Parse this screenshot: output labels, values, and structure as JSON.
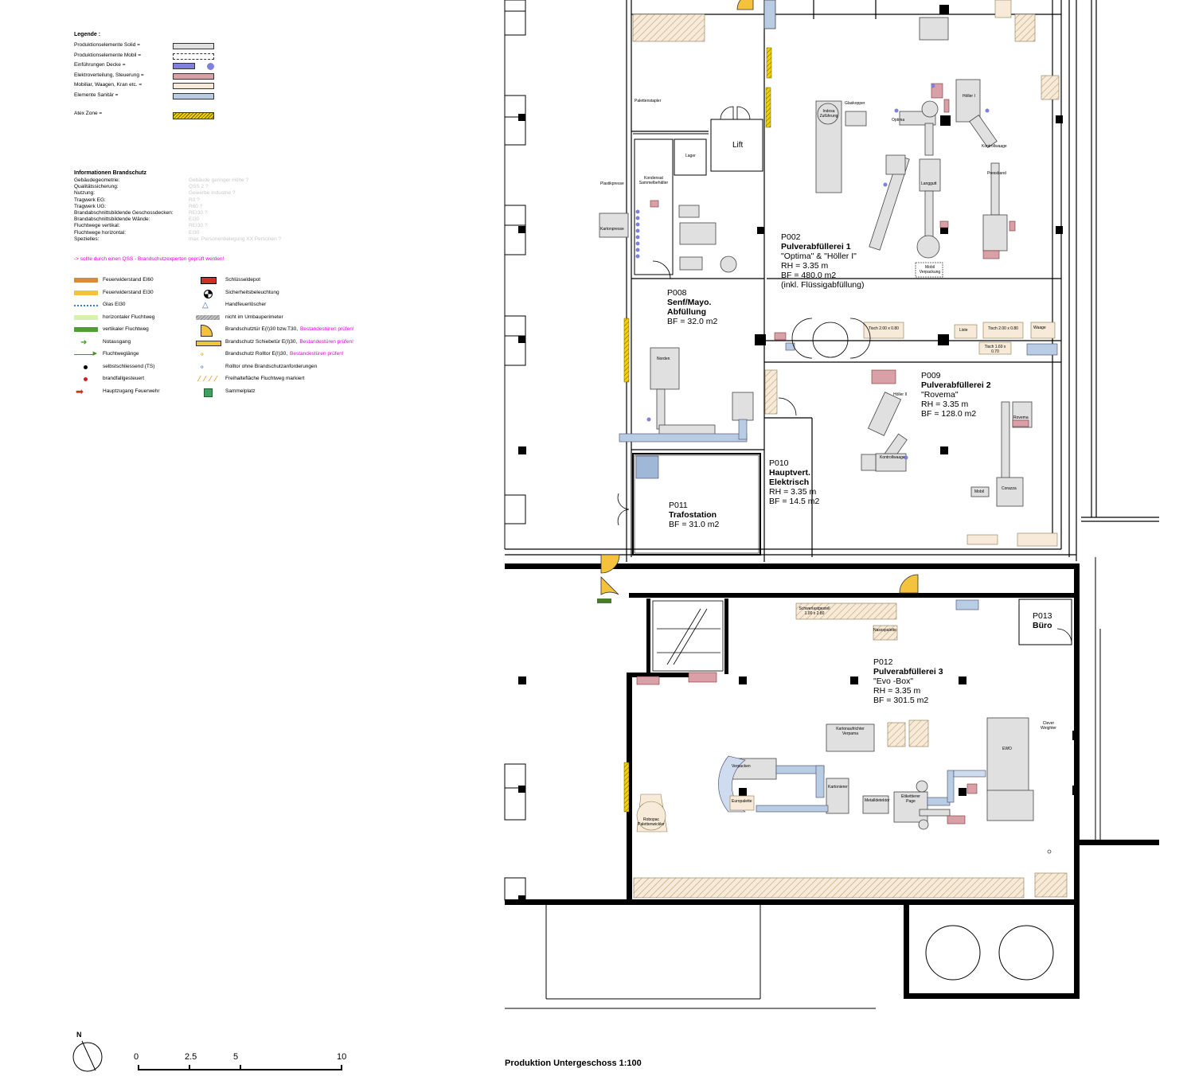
{
  "legend": {
    "title": "Legende :",
    "items": [
      {
        "label": "Produktionselemente Solid =",
        "fill": "#e0e0e0",
        "style": "solid"
      },
      {
        "label": "Produktionselemente Mobil =",
        "fill": "#ffffff",
        "style": "dashed"
      },
      {
        "label": "Einführungen Decke =",
        "fill": "#8080dd",
        "style": "solid"
      },
      {
        "label": "Elektroverteilung, Steuerung =",
        "fill": "#d9a0a8",
        "style": "solid"
      },
      {
        "label": "Mobiliar, Waagen, Kran etc. =",
        "fill": "#f7ead8",
        "style": "solid"
      },
      {
        "label": "Elemente Sanitär =",
        "fill": "#b8cce4",
        "style": "solid"
      }
    ],
    "atex_label": "Atex Zone ="
  },
  "info": {
    "title": "Informationen Brandschutz",
    "rows": [
      {
        "key": "Gebäudegeometrie:",
        "value": "Gebäude geringer Höhe ?"
      },
      {
        "key": "Qualitätssicherung:",
        "value": "QSS 2 ?"
      },
      {
        "key": "Nutzung:",
        "value": "Gewerbe Industrie ?"
      },
      {
        "key": "Tragwerk EG:",
        "value": "R0 ?"
      },
      {
        "key": "Tragwerk UG:",
        "value": "R60 ?"
      },
      {
        "key": "Brandabschnittsbildende Geschossdecken:",
        "value": "REI30 ?"
      },
      {
        "key": "Brandabschnittsbildende Wände:",
        "value": "EI30"
      },
      {
        "key": "Fluchtwege vertikal:",
        "value": "REI30 ?"
      },
      {
        "key": "Fluchtwege horizontal:",
        "value": "EI30"
      },
      {
        "key": "Spezielles:",
        "value": "max. Personenbelegung XX Personen ?"
      }
    ],
    "note": "-> sollte durch einen QSS - Brandschutzexperten geprüft werden!"
  },
  "fire_legend": {
    "left": [
      {
        "label": "Feuerwiderstand  EI60",
        "icon": "ei60-bar"
      },
      {
        "label": "Feuerwiderstand  EI30",
        "icon": "ei30-bar"
      },
      {
        "label": "Glas EI30",
        "icon": "glass-line"
      },
      {
        "label": "horizontaler Fluchtweg",
        "icon": "horizontal-escape-bar"
      },
      {
        "label": "vertikaler Fluchtweg",
        "icon": "vertical-escape-bar"
      },
      {
        "label": "Notausgang",
        "icon": "green-arrow"
      },
      {
        "label": "Fluchtweglänge",
        "icon": "thin-green-arrow"
      },
      {
        "label": "selbstschliessend (TS)",
        "icon": "black-dot"
      },
      {
        "label": "brandfallgesteuert",
        "icon": "red-dot"
      },
      {
        "label": "Hauptzugang Feuerwehr",
        "icon": "red-arrow"
      }
    ],
    "right": [
      {
        "label": "Schlüsseldepot",
        "suffix": "",
        "icon": "key-depot"
      },
      {
        "label": "Sicherheitsbeleuchtung",
        "suffix": "",
        "icon": "safety-light"
      },
      {
        "label": "Handfeuerlöscher",
        "suffix": "",
        "icon": "extinguisher-triangle"
      },
      {
        "label": "nicht im Umbauperimeter",
        "suffix": "",
        "icon": "hatched-grey"
      },
      {
        "label": "Brandschutztür E(I)30 bzw.T30,",
        "suffix": "Bestandestüren prüfen!",
        "icon": "fire-door"
      },
      {
        "label": "Brandschutz Schiebetür E(I)30,",
        "suffix": "Bestandestüren prüfen!",
        "icon": "sliding-door"
      },
      {
        "label": "Brandschutz Rolltor E(I)30,",
        "suffix": "Bestandestüren prüfen!",
        "icon": "roller-door"
      },
      {
        "label": "Rolltor ohne Brandschutzanforderungen",
        "suffix": "",
        "icon": "roller-door-plain"
      },
      {
        "label": "Freihaltefläche Fluchtweg markiert",
        "suffix": "",
        "icon": "keep-clear"
      },
      {
        "label": "Sammelplatz",
        "suffix": "",
        "icon": "assembly-point"
      }
    ]
  },
  "rooms": {
    "p002": {
      "id": "P002",
      "name": "Pulverabfüllerei 1",
      "sub": "\"Optima\" & \"Höller I\"",
      "rh": "RH  = 3.35 m",
      "bf": "BF  = 480.0 m2",
      "extra": "(inkl. Flüssigabfüllung)"
    },
    "p008": {
      "id": "P008",
      "name1": "Senf/Mayo.",
      "name2": "Abfüllung",
      "bf": "BF  = 32.0 m2"
    },
    "p009": {
      "id": "P009",
      "name": "Pulverabfüllerei 2",
      "sub": "\"Rovema\"",
      "rh": "RH  = 3.35 m",
      "bf": "BF  = 128.0 m2"
    },
    "p010": {
      "id": "P010",
      "name1": "Hauptvert.",
      "name2": "Elektrisch",
      "rh": "RH  = 3.35 m",
      "bf": "BF  = 14.5 m2"
    },
    "p011": {
      "id": "P011",
      "name": "Trafostation",
      "bf": "BF  = 31.0 m2"
    },
    "p012": {
      "id": "P012",
      "name": "Pulverabfüllerei 3",
      "sub": "\"Evo -Box\"",
      "rh": "RH  = 3.35 m",
      "bf": "BF  = 301.5 m2"
    },
    "p013": {
      "id": "P013",
      "name": "Büro"
    }
  },
  "plan_labels": {
    "lift": "Lift",
    "lager": "Lager",
    "plastikpresse": "Plastikpresse",
    "kartonpresse": "Kartonpresse",
    "palettenstapler": "Palettenstapler",
    "kondensat": "Kondensat Sammelbehälter",
    "indosa": "Indosa Zuführung",
    "glaskopper": "Glaskopper",
    "optima": "Optima",
    "holler1": "Höller I",
    "kontrollwaage": "Kontrollwaage",
    "pressband": "Pressband",
    "langgutt": "Langgutt",
    "mobil_verpackung": "Mobil Verpackung",
    "tisch1": "Tisch 2.00 x 0.80",
    "tisch2": "Tisch 2.00 x 0.80",
    "tisch3": "Tisch 1.60 x 0.70",
    "waage": "Waage",
    "liste": "Liste",
    "norden": "Norden",
    "holler2": "Höller II",
    "kontrollwaage2": "Kontrollwaage",
    "rovema": "Rovema",
    "corazza": "Corazza",
    "mobil": "Mobil",
    "robopac": "Robopac Palettenwickler",
    "verpacken": "Verpacken",
    "europalette": "Europalette",
    "kartonierer": "Kartonierer",
    "kartonaufrichter": "Kartonaufrichter Verpama",
    "metalldetektor": "Metalldetektor",
    "etikettierer": "Etikettierer Page",
    "evo": "EWO",
    "clever": "Clever Weighter",
    "schwerlast": "Schwerlastgestell 1.00 x 2.80",
    "nassspalette": "Nassspalette"
  },
  "scale": {
    "ticks": [
      "0",
      "2.5",
      "5",
      "10"
    ]
  },
  "north": "N",
  "plan_title": "Produktion Untergeschoss  1:100"
}
